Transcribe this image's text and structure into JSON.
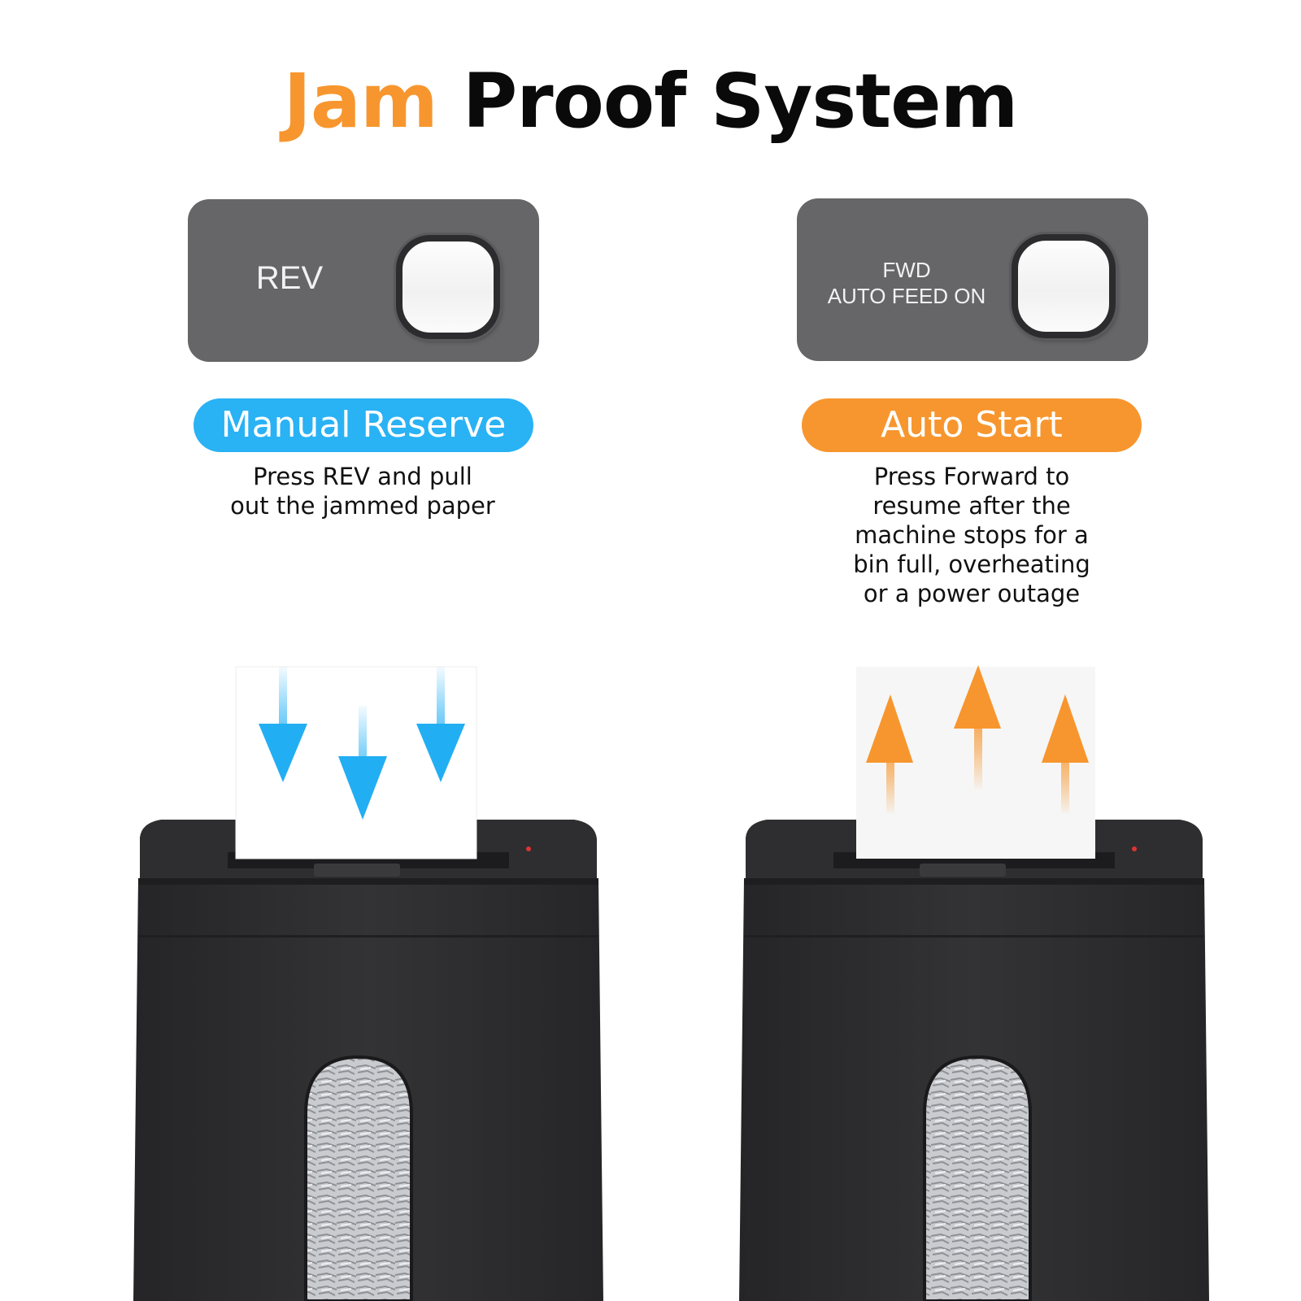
{
  "headline": {
    "accent": "Jam",
    "rest": "Proof System"
  },
  "left": {
    "panel_label": "REV",
    "pill_label": "Manual Reserve",
    "description": [
      "Press REV and pull",
      "out the jammed paper"
    ],
    "arrow_direction": "down"
  },
  "right": {
    "panel_label_line1": "FWD",
    "panel_label_line2": "AUTO FEED ON",
    "pill_label": "Auto Start",
    "description": [
      "Press Forward to",
      "resume after the",
      "machine stops for a",
      "bin full, overheating",
      "or a power outage"
    ],
    "arrow_direction": "up"
  },
  "colors": {
    "accent_orange": "#f7962e",
    "accent_blue": "#29b2f4",
    "panel_gray": "#666669",
    "shredder_black": "#2b2b2d"
  },
  "icons": {
    "left_arrows": "arrow-down-icon",
    "right_arrows": "arrow-up-icon"
  }
}
